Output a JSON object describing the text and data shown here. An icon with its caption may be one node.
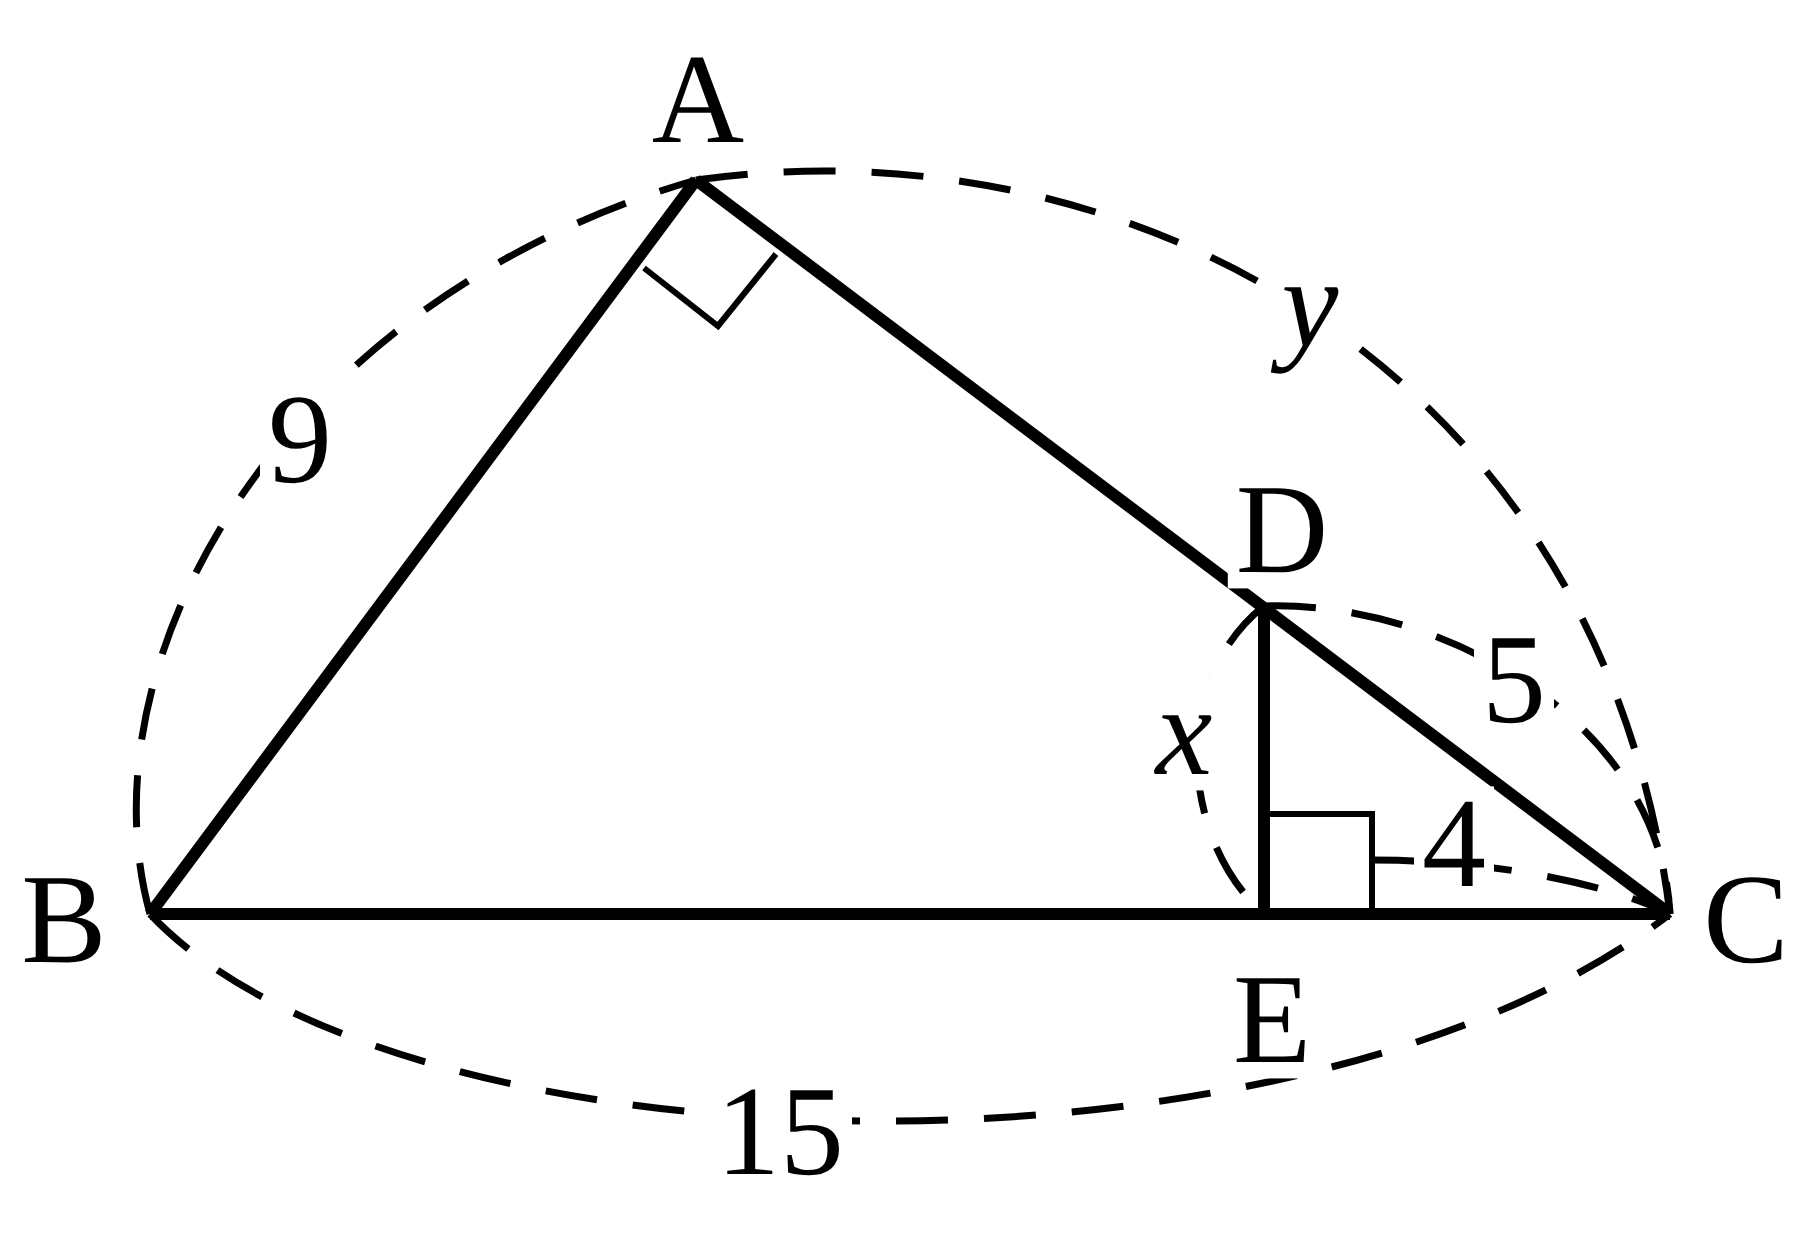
{
  "diagram": {
    "labels": [
      "A",
      "y",
      "9",
      "D",
      "5",
      "x",
      "B",
      "4",
      "C",
      "E",
      "15"
    ]
  }
}
